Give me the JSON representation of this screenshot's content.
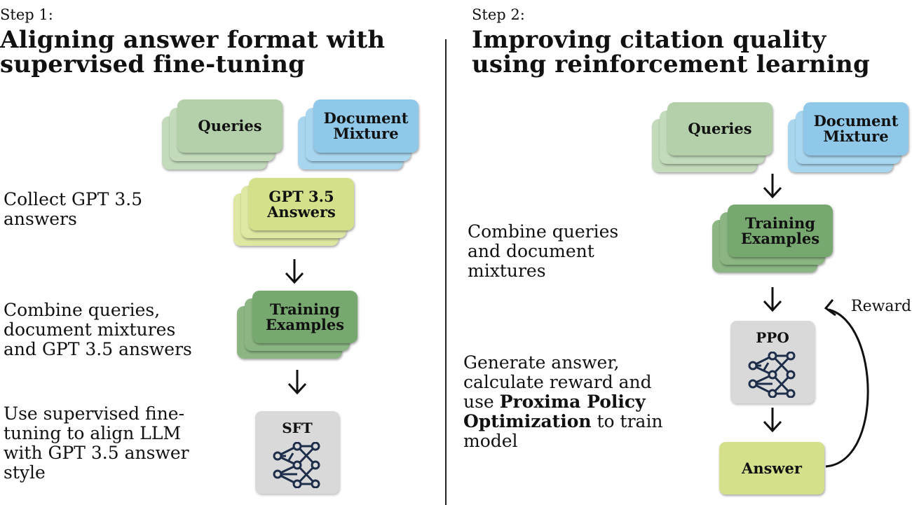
{
  "step1": {
    "label": "Step 1:",
    "title_line1": "Aligning answer format with",
    "title_line2": "supervised fine-tuning",
    "descriptions": {
      "collect_l1": "Collect GPT 3.5",
      "collect_l2": "answers",
      "combine_l1": "Combine queries,",
      "combine_l2": "document mixtures",
      "combine_l3": "and GPT 3.5 answers",
      "sft_l1": "Use supervised fine-",
      "sft_l2": "tuning to align LLM",
      "sft_l3": "with GPT 3.5 answer",
      "sft_l4": "style"
    },
    "cards": {
      "queries": "Queries",
      "document_l1": "Document",
      "document_l2": "Mixture",
      "gpt_l1": "GPT 3.5",
      "gpt_l2": "Answers",
      "training_l1": "Training",
      "training_l2": "Examples"
    },
    "model": "SFT"
  },
  "step2": {
    "label": "Step 2:",
    "title_line1": "Improving citation quality",
    "title_line2": "using reinforcement learning",
    "descriptions": {
      "combine_l1": "Combine queries",
      "combine_l2": "and document",
      "combine_l3": "mixtures",
      "gen_l1": "Generate answer,",
      "gen_l2": "calculate reward and",
      "gen_l3_pre": "use ",
      "gen_l3_bold": "Proxima Policy",
      "gen_l4_bold": "Optimization",
      "gen_l4_post": " to train",
      "gen_l5": "model"
    },
    "cards": {
      "queries": "Queries",
      "document_l1": "Document",
      "document_l2": "Mixture",
      "training_l1": "Training",
      "training_l2": "Examples"
    },
    "model": "PPO",
    "answer": "Answer",
    "reward": "Reward"
  },
  "colors": {
    "queries": "#b4d0ab",
    "document": "#8fc8e8",
    "gpt_answers": "#d5e08a",
    "training": "#77a86f",
    "model_box": "#d9d9d9",
    "answer": "#d5e08a"
  },
  "icons": [
    "neural-network-icon",
    "arrow-down-icon",
    "reward-loop-arrow-icon"
  ]
}
